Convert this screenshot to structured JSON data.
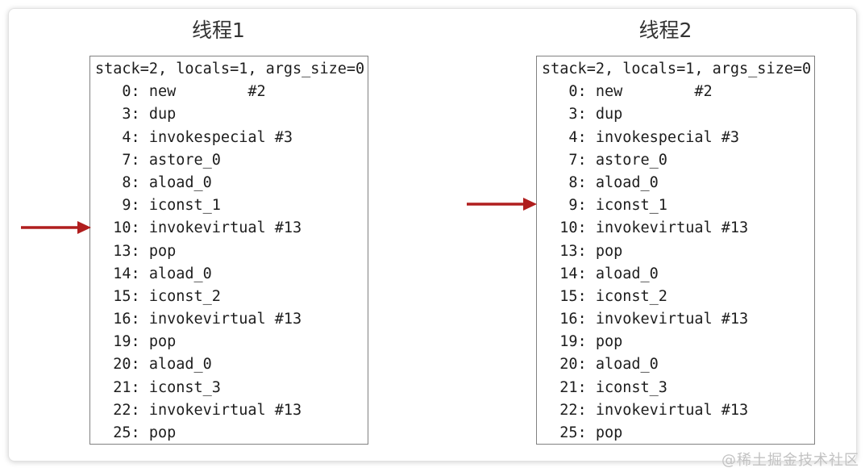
{
  "card": {
    "watermark": "@稀土掘金技术社区"
  },
  "colors": {
    "arrow": "#b01e1e",
    "code_text": "#1d1d1d",
    "box_border": "#818181",
    "title_text": "#333333",
    "watermark": "#c2c2c2"
  },
  "panels": [
    {
      "title": "线程1",
      "header": "stack=2, locals=1, args_size=0",
      "instructions": [
        "   0: new        #2",
        "   3: dup",
        "   4: invokespecial #3",
        "   7: astore_0",
        "   8: aload_0",
        "   9: iconst_1",
        "  10: invokevirtual #13",
        "  13: pop",
        "  14: aload_0",
        "  15: iconst_2",
        "  16: invokevirtual #13",
        "  19: pop",
        "  20: aload_0",
        "  21: iconst_3",
        "  22: invokevirtual #13",
        "  25: pop"
      ],
      "arrow_points_to": "10: invokevirtual #13"
    },
    {
      "title": "线程2",
      "header": "stack=2, locals=1, args_size=0",
      "instructions": [
        "   0: new        #2",
        "   3: dup",
        "   4: invokespecial #3",
        "   7: astore_0",
        "   8: aload_0",
        "   9: iconst_1",
        "  10: invokevirtual #13",
        "  13: pop",
        "  14: aload_0",
        "  15: iconst_2",
        "  16: invokevirtual #13",
        "  19: pop",
        "  20: aload_0",
        "  21: iconst_3",
        "  22: invokevirtual #13",
        "  25: pop"
      ],
      "arrow_points_to": "9: iconst_1"
    }
  ]
}
